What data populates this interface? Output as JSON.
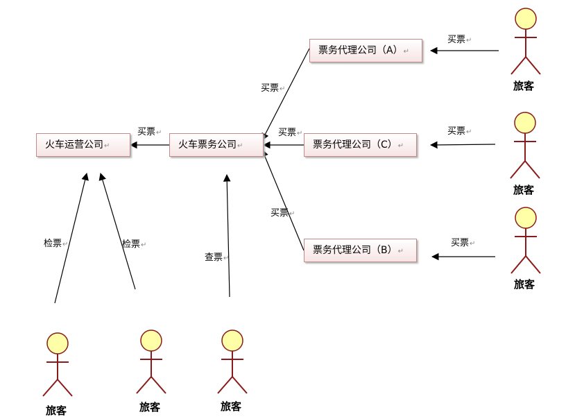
{
  "nodes": {
    "railway_operator": "火车运营公司",
    "ticket_service": "火车票务公司",
    "agent_a": "票务代理公司（A）",
    "agent_c": "票务代理公司（C）",
    "agent_b": "票务代理公司（B）"
  },
  "edges": {
    "buy": "买票",
    "check": "检票",
    "inspect": "查票"
  },
  "actors": {
    "passenger": "旅客"
  },
  "colors": {
    "box_border": "#c48a8a",
    "box_fill_bottom": "#f7e4e4",
    "actor_head": "#ffffa8",
    "actor_line": "#8b1a1a"
  }
}
